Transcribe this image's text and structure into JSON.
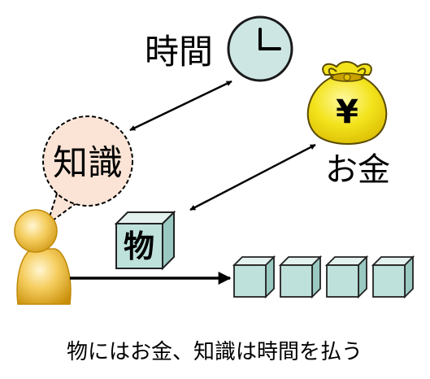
{
  "labels": {
    "time": "時間",
    "money": "お金",
    "knowledge": "知識",
    "thing": "物",
    "yen": "¥",
    "caption": "物にはお金、知識は時間を払う"
  },
  "colors": {
    "clock_face": "#cde6e4",
    "bubble_fill": "#fbe4d6",
    "cube_face": "#bfe1dc",
    "cube_side": "#9ac9c2",
    "cube_top": "#e3f2ef",
    "bag_fill": "#f3e31c",
    "bag_tie": "#c8a000",
    "person_light": "#fff6d2",
    "person_dark": "#d39b0c"
  },
  "icons": [
    "clock-icon",
    "money-bag-icon",
    "person-icon",
    "cube-icon",
    "thought-bubble-icon"
  ]
}
